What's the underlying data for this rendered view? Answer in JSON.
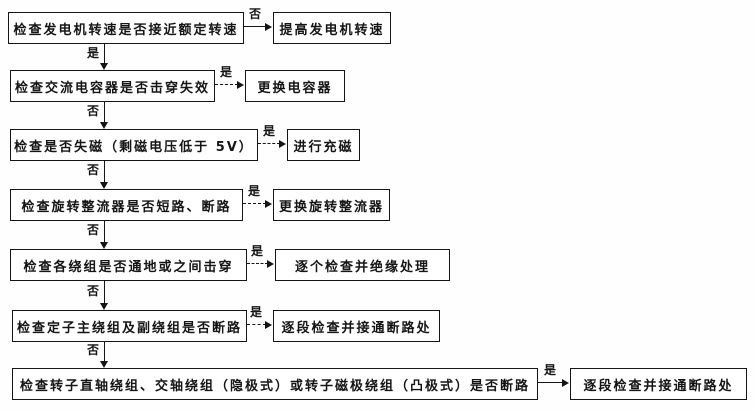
{
  "colors": {
    "ink": "#151515",
    "background": "#fefefe"
  },
  "flowchart": {
    "rows": [
      {
        "check": "检查发电机转速是否接近额定转速",
        "side_label": "否",
        "action": "提高发电机转速",
        "down_label": "是"
      },
      {
        "check": "检查交流电容器是否击穿失效",
        "side_label": "是",
        "action": "更换电容器",
        "down_label": "否"
      },
      {
        "check": "检查是否失磁（剩磁电压低于 5V）",
        "side_label": "是",
        "action": "进行充磁",
        "down_label": "否"
      },
      {
        "check": "检查旋转整流器是否短路、断路",
        "side_label": "是",
        "action": "更换旋转整流器",
        "down_label": "否"
      },
      {
        "check": "检查各绕组是否通地或之间击穿",
        "side_label": "是",
        "action": "逐个检查并绝缘处理",
        "down_label": "否"
      },
      {
        "check": "检查定子主绕组及副绕组是否断路",
        "side_label": "是",
        "action": "逐段检查并接通断路处",
        "down_label": "否"
      },
      {
        "check": "检查转子直轴绕组、交轴绕组（隐极式）或转子磁极绕组（凸极式）是否断路",
        "side_label": "是",
        "action": "逐段检查并接通断路处"
      }
    ]
  }
}
